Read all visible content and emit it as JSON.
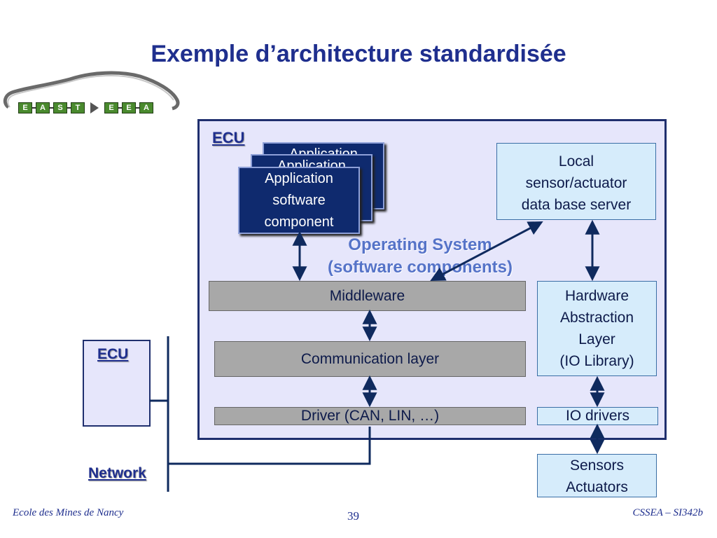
{
  "title": "Exemple d’architecture standardisée",
  "logo": {
    "letters_left": [
      "E",
      "A",
      "S",
      "T"
    ],
    "letters_right": [
      "E",
      "E",
      "A"
    ]
  },
  "ecu_main": {
    "label": "ECU",
    "apps": [
      {
        "text": "Application"
      },
      {
        "text": "Application"
      },
      {
        "lines": [
          "Application",
          "software",
          "component"
        ]
      }
    ],
    "local_db": [
      "Local",
      "sensor/actuator",
      "data base server"
    ],
    "os_text": [
      "Operating System",
      "(software components)"
    ],
    "middleware": "Middleware",
    "hal": [
      "Hardware",
      "Abstraction",
      "Layer",
      "(IO Library)"
    ],
    "comm_layer": "Communication layer",
    "driver": "Driver (CAN, LIN, …)",
    "io_drivers": "IO drivers"
  },
  "ecu_secondary": {
    "label": "ECU"
  },
  "network_label": "Network",
  "sensors": [
    "Sensors",
    "Actuators"
  ],
  "footer": {
    "left": "Ecole des Mines de Nancy",
    "page": "39",
    "right": "CSSEA – SI342b"
  },
  "colors": {
    "title": "#1f2f8e",
    "frame_border": "#1f2f6e",
    "frame_fill": "#e6e6fb",
    "app_fill": "#0f2a6e",
    "light_fill": "#d6ecfb",
    "gray_fill": "#a8a8a8"
  }
}
